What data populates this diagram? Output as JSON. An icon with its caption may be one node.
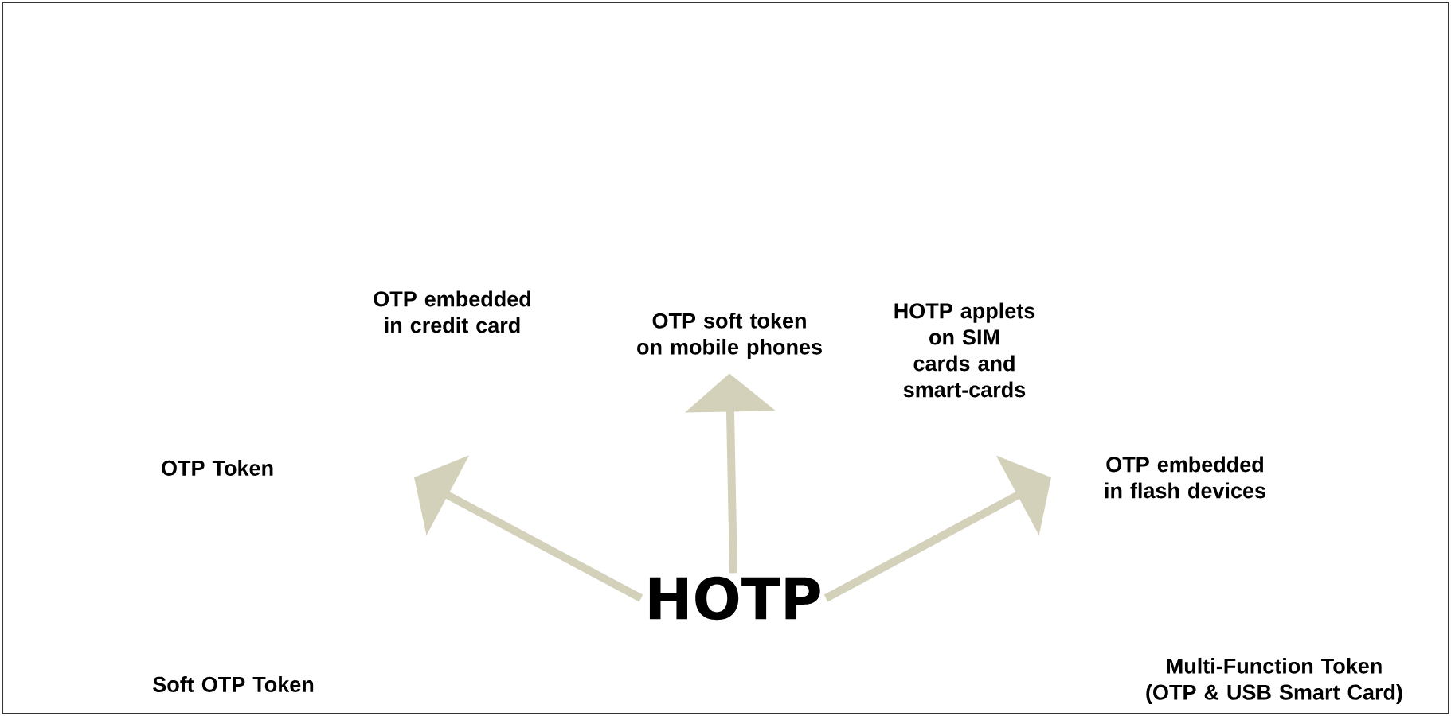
{
  "diagram": {
    "nodes": [
      {
        "text": [
          "OTP embedded in credit card"
        ]
      },
      {
        "text": [
          "OTP soft token on mobile phones"
        ]
      },
      {
        "text": [
          "HOTP applets on SIM cards and smart-cards"
        ]
      },
      {
        "text": [
          "OTP Token"
        ]
      },
      {
        "text": [
          "OTP embedded in flash devices"
        ]
      },
      {
        "text": [
          "HOTP"
        ]
      },
      {
        "text": [
          "Soft OTP Token"
        ]
      },
      {
        "text": [
          "Multi-Function Token (OTP & USB Smart Card)"
        ]
      }
    ],
    "edges": [
      {
        "from": 5,
        "to": null,
        "arrow": "to"
      },
      {
        "from": 5,
        "to": 1,
        "arrow": "to"
      },
      {
        "from": 5,
        "to": null,
        "arrow": "to"
      }
    ]
  }
}
